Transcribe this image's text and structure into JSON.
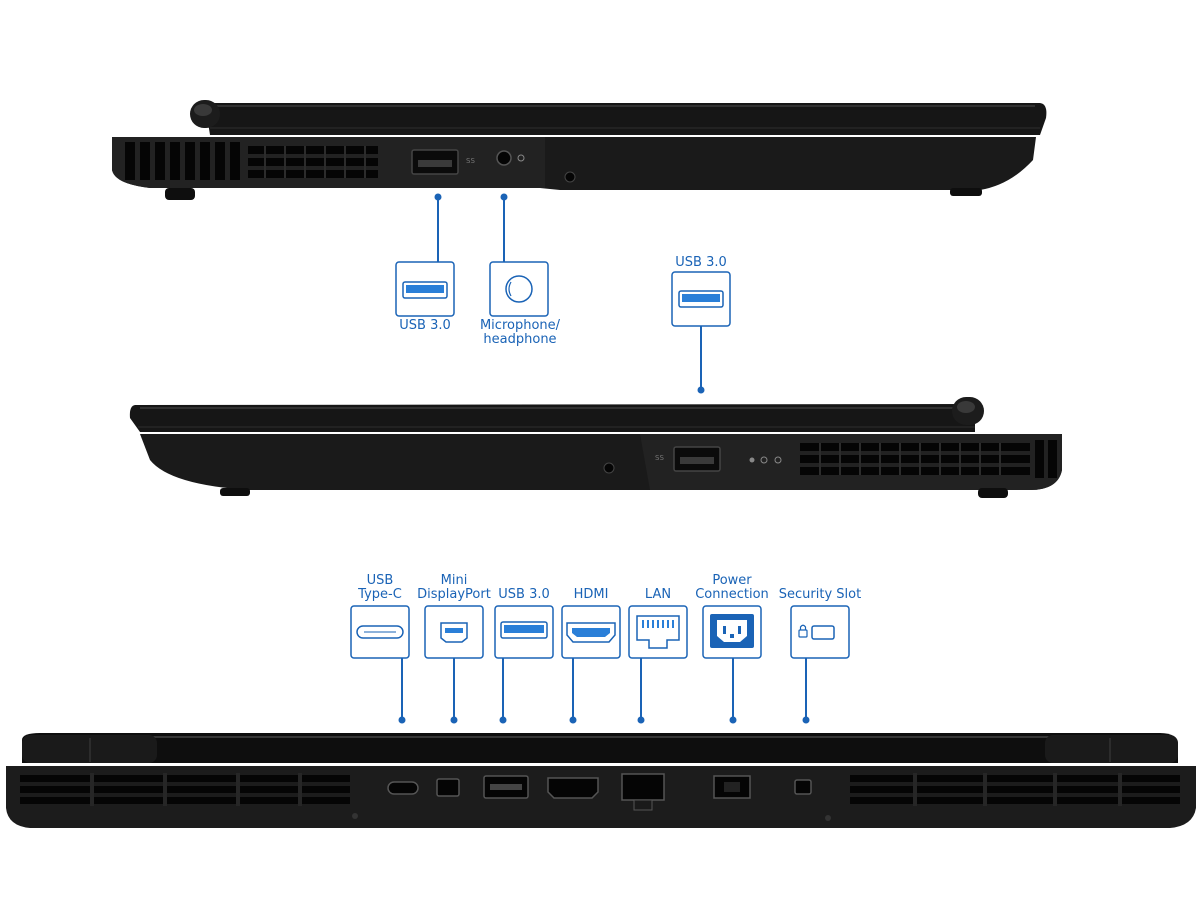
{
  "colors": {
    "accent": "#1a63b6",
    "icon_fill": "#2a7fd8",
    "laptop_dark": "#141414",
    "laptop_mid": "#262626",
    "background": "#ffffff"
  },
  "left_side": {
    "ports": [
      {
        "id": "usb3-left",
        "label_lines": [
          "USB 3.0"
        ],
        "icon": "usb-a-icon"
      },
      {
        "id": "audio-jack",
        "label_lines": [
          "Microphone/",
          "headphone"
        ],
        "icon": "audio-jack-icon"
      }
    ]
  },
  "right_side": {
    "ports": [
      {
        "id": "usb3-right",
        "label_lines": [
          "USB 3.0"
        ],
        "icon": "usb-a-icon"
      }
    ]
  },
  "rear": {
    "ports": [
      {
        "id": "usb-c",
        "label_lines": [
          "USB",
          "Type-C"
        ],
        "icon": "usb-c-icon"
      },
      {
        "id": "mini-dp",
        "label_lines": [
          "Mini",
          "DisplayPort"
        ],
        "icon": "mini-displayport-icon"
      },
      {
        "id": "usb3-rear",
        "label_lines": [
          "USB 3.0"
        ],
        "icon": "usb-a-icon"
      },
      {
        "id": "hdmi",
        "label_lines": [
          "HDMI"
        ],
        "icon": "hdmi-icon"
      },
      {
        "id": "lan",
        "label_lines": [
          "LAN"
        ],
        "icon": "ethernet-icon"
      },
      {
        "id": "power",
        "label_lines": [
          "Power",
          "Connection"
        ],
        "icon": "power-connector-icon"
      },
      {
        "id": "security",
        "label_lines": [
          "Security Slot"
        ],
        "icon": "lock-slot-icon"
      }
    ]
  }
}
